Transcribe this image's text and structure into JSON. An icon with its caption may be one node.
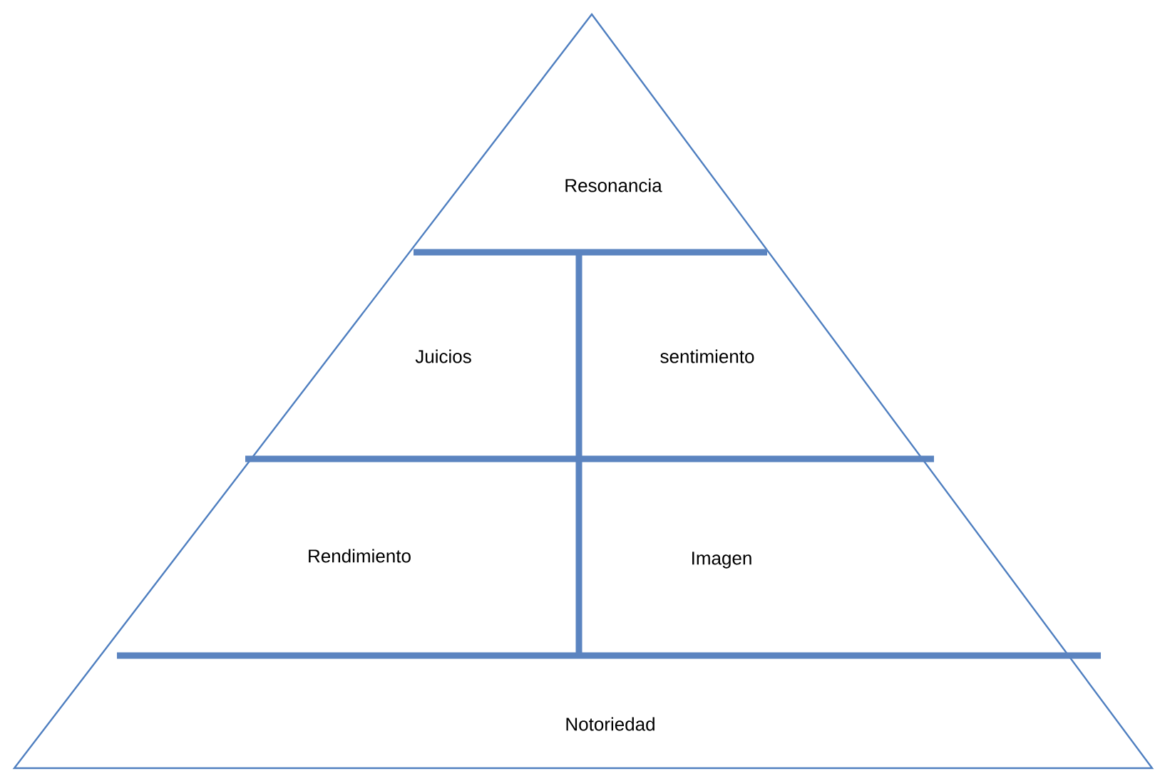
{
  "diagram": {
    "nodes": [
      {
        "text": [
          "Resonancia"
        ]
      },
      {
        "text": [
          "Juicios"
        ]
      },
      {
        "text": [
          "sentimiento"
        ]
      },
      {
        "text": [
          "Rendimiento"
        ]
      },
      {
        "text": [
          "Imagen"
        ]
      },
      {
        "text": [
          "Notoriedad"
        ]
      }
    ]
  }
}
